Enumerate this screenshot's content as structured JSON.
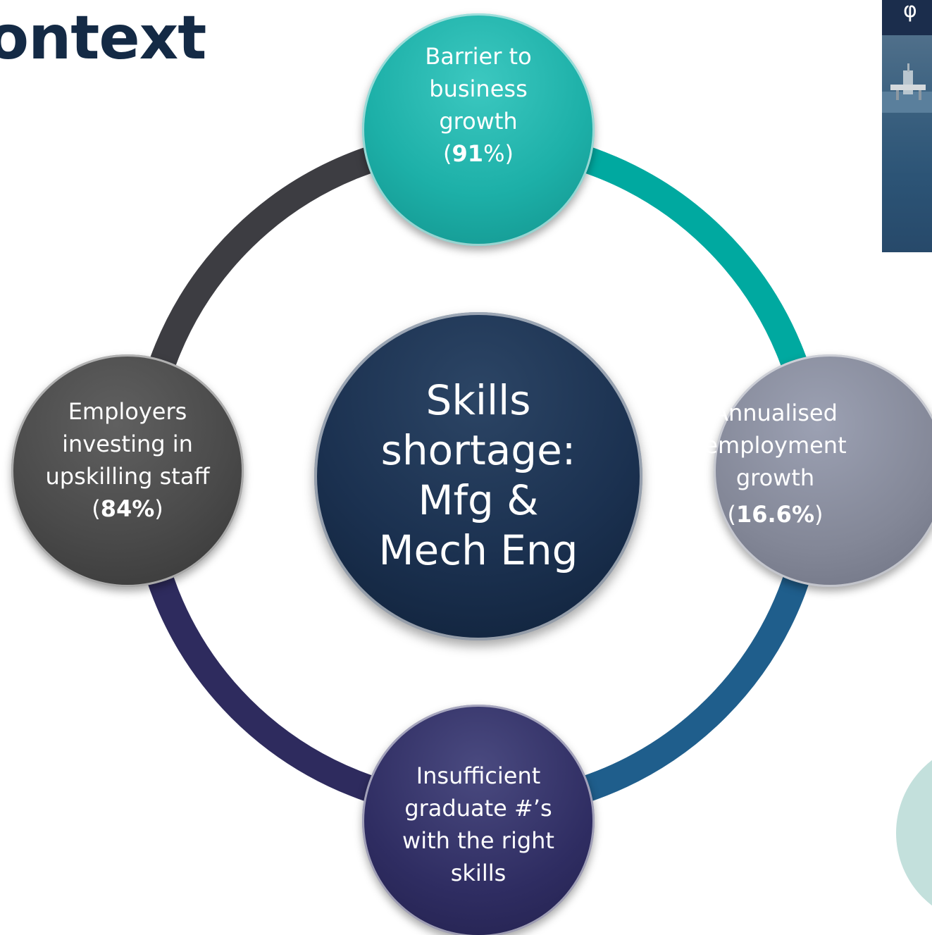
{
  "title": "ontext",
  "diagram": {
    "center": {
      "lines": [
        "Skills",
        "shortage:",
        "Mfg &",
        "Mech Eng"
      ]
    },
    "nodes": {
      "top": {
        "pre": "Barrier to business growth (",
        "bold": "91",
        "post": "%)"
      },
      "right": {
        "lines": [
          "Annualised",
          "employment",
          "growth"
        ],
        "pre": "(",
        "bold": "16.6%",
        "post": ")"
      },
      "bottom": {
        "text": "Insufficient graduate #’s with the right skills"
      },
      "left": {
        "pre": "Employers investing in upskilling staff (",
        "bold": "84%",
        "post": ")"
      }
    },
    "ring_colors": {
      "top_right": "#00a9a0",
      "right_bottom": "#1f5e8c",
      "bottom_left": "#2e2b5e",
      "left_top": "#3d3d42"
    }
  },
  "icons": {
    "logo": "phi-logo-icon",
    "photo": "offshore-platform-photo",
    "decor": "decorative-circle"
  },
  "logo_glyph": "φ"
}
